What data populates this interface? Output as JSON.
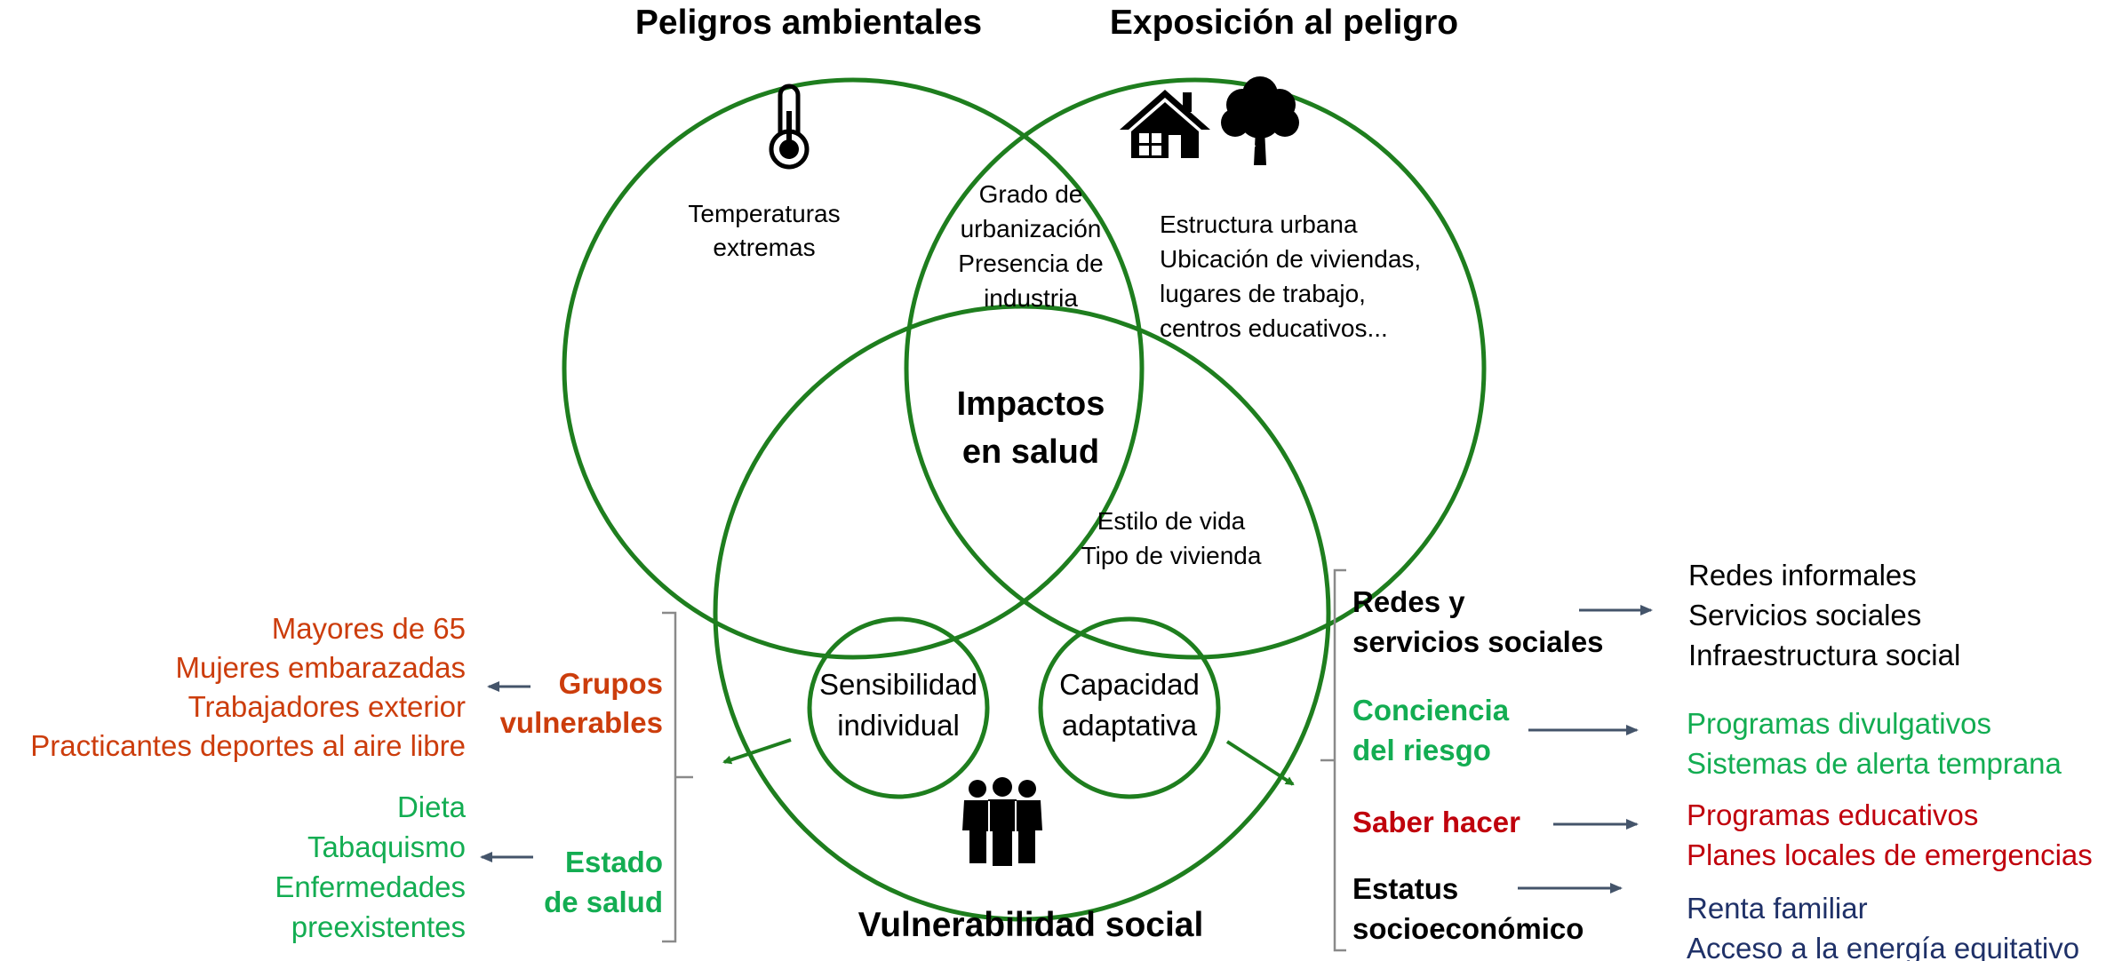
{
  "titles": {
    "hazards": "Peligros ambientales",
    "exposure": "Exposición al peligro",
    "vulnerability": "Vulnerabilidad social",
    "impacts_line1": "Impactos",
    "impacts_line2": "en salud"
  },
  "hazards": [
    "Temperaturas",
    "extremas"
  ],
  "hazard_exposure": [
    "Grado de",
    "urbanización",
    "Presencia de",
    "industria"
  ],
  "exposure": [
    "Estructura urbana",
    "Ubicación de viviendas,",
    "lugares de trabajo,",
    "centros educativos..."
  ],
  "exposure_vulnerability": [
    "Estilo de vida",
    "Tipo de vivienda"
  ],
  "sensitivity": [
    "Sensibilidad",
    "individual"
  ],
  "adaptive": [
    "Capacidad",
    "adaptativa"
  ],
  "left": {
    "groups_header": [
      "Grupos",
      "vulnerables"
    ],
    "groups_items": [
      "Mayores de 65",
      "Mujeres embarazadas",
      "Trabajadores exterior",
      "Practicantes deportes al aire libre"
    ],
    "health_header": [
      "Estado",
      "de salud"
    ],
    "health_items": [
      "Dieta",
      "Tabaquismo",
      "Enfermedades",
      "preexistentes"
    ]
  },
  "right": {
    "networks_header": [
      "Redes y",
      "servicios sociales"
    ],
    "networks_items": [
      "Redes informales",
      "Servicios sociales",
      "Infraestructura social"
    ],
    "awareness_header": [
      "Conciencia",
      "del riesgo"
    ],
    "awareness_items": [
      "Programas divulgativos",
      "Sistemas de alerta temprana"
    ],
    "knowhow_header": [
      "Saber hacer"
    ],
    "knowhow_items": [
      "Programas educativos",
      "Planes locales de emergencias"
    ],
    "status_header": [
      "Estatus",
      "socioeconómico"
    ],
    "status_items": [
      "Renta familiar",
      "Acceso a la energía equitativo"
    ]
  },
  "icons": [
    "thermometer-icon",
    "house-icon",
    "tree-icon",
    "people-group-icon"
  ],
  "colors": {
    "circle": "#1e7e1e",
    "orange": "#cc3d0c",
    "green": "#13ad52",
    "red": "#c0000c",
    "navy": "#1f3168",
    "arrow": "#44546a",
    "bracket": "#8a8a8a"
  }
}
